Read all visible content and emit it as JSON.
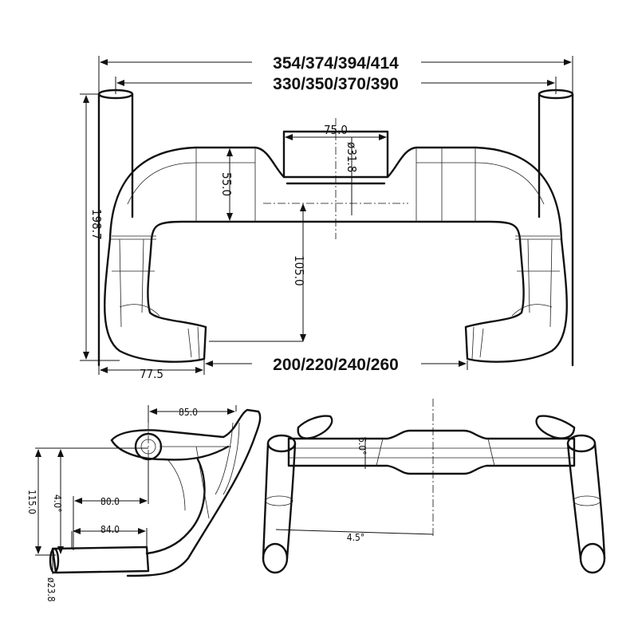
{
  "top_view": {
    "overall_width": "354/374/394/414",
    "center_width": "330/350/370/390",
    "clamp_width": "75.0",
    "clamp_diameter": "ø31.8",
    "section_height": "55.0",
    "reach": "105.0",
    "total_height": "198.7",
    "drop_offset": "77.5",
    "drop_width": "200/220/240/260"
  },
  "side_view": {
    "reach_top": "85.0",
    "reach_mid": "80.0",
    "reach_low": "84.0",
    "drop": "115.0",
    "angle": "4.0°",
    "end_diameter": "ø23.8"
  },
  "front_view": {
    "rise": "6.0°",
    "flare": "4.5°"
  }
}
